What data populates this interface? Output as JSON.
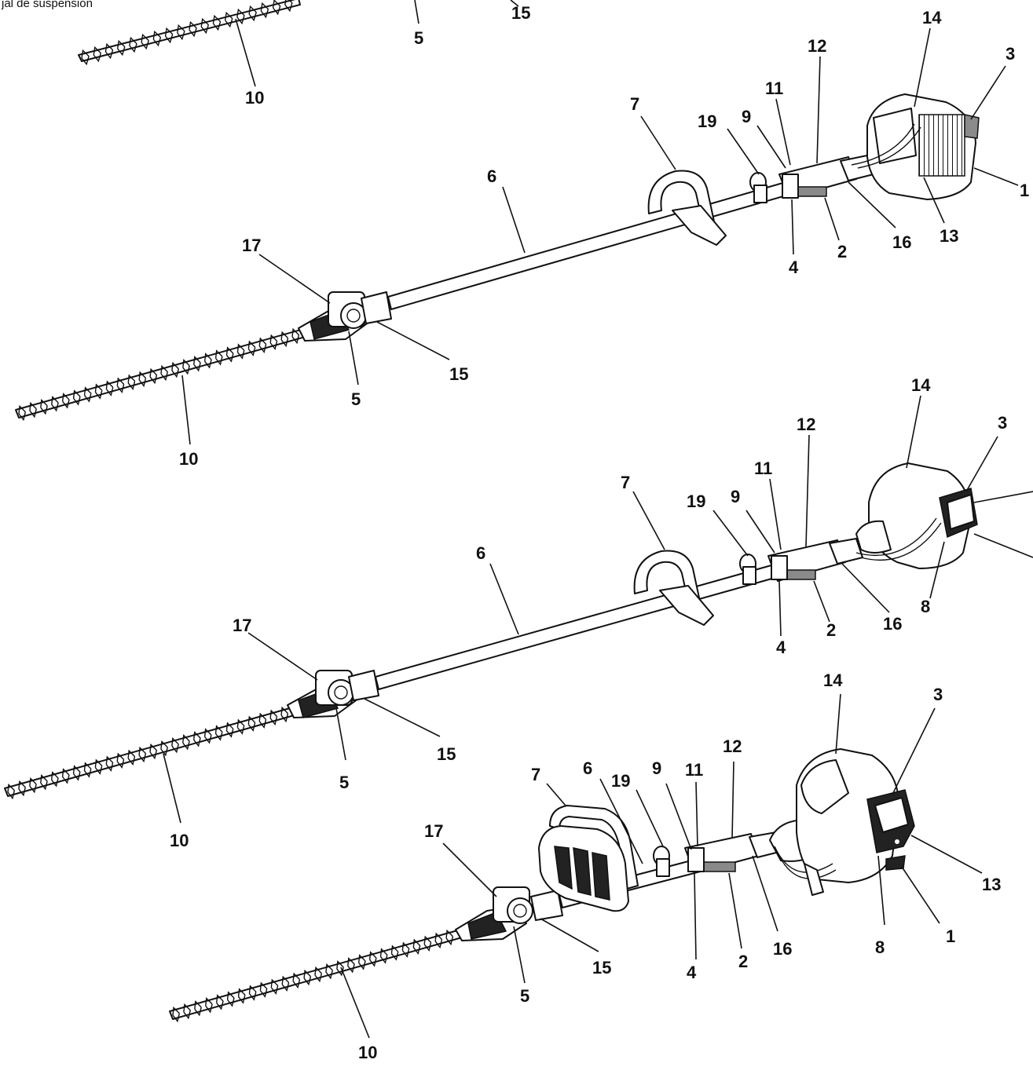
{
  "caption": "jal de suspension",
  "top_fragment_labels": [
    "10",
    "5",
    "15"
  ],
  "diagrams": [
    {
      "name": "model-a",
      "labels": [
        "1",
        "2",
        "3",
        "4",
        "5",
        "6",
        "7",
        "9",
        "10",
        "11",
        "12",
        "13",
        "14",
        "15",
        "16",
        "17",
        "19"
      ]
    },
    {
      "name": "model-b",
      "labels": [
        "2",
        "3",
        "4",
        "5",
        "6",
        "7",
        "8",
        "9",
        "10",
        "11",
        "12",
        "14",
        "15",
        "16",
        "17",
        "19"
      ]
    },
    {
      "name": "model-c",
      "labels": [
        "1",
        "2",
        "3",
        "4",
        "5",
        "6",
        "7",
        "8",
        "9",
        "10",
        "11",
        "12",
        "13",
        "14",
        "15",
        "16",
        "17",
        "19"
      ]
    }
  ]
}
